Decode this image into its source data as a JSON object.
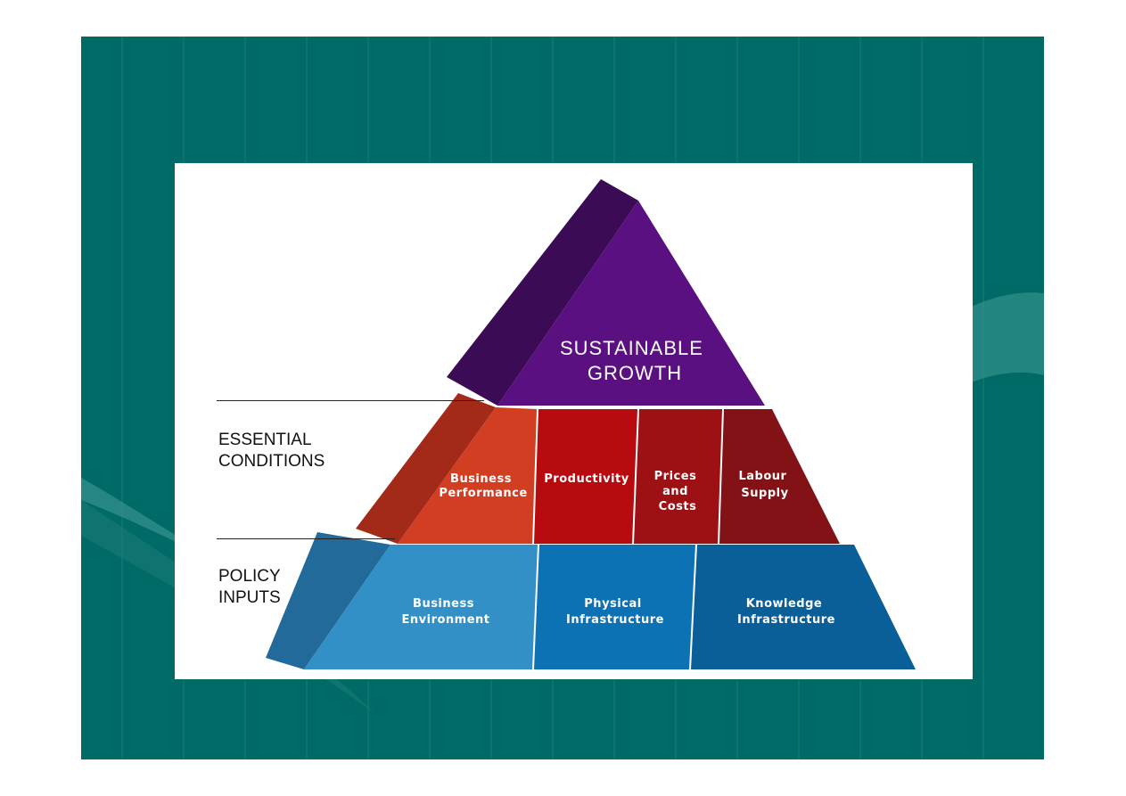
{
  "diagram": {
    "apex": {
      "lines": [
        "SUSTAINABLE",
        "GROWTH"
      ]
    },
    "tiers": [
      {
        "id": "essential-conditions",
        "label": "ESSENTIAL\nCONDITIONS",
        "segments": [
          {
            "id": "business-performance",
            "lines": [
              "Business",
              "Performance"
            ]
          },
          {
            "id": "productivity",
            "lines": [
              "Productivity"
            ]
          },
          {
            "id": "prices-and-costs",
            "lines": [
              "Prices",
              "and",
              "Costs"
            ]
          },
          {
            "id": "labour-supply",
            "lines": [
              "Labour",
              "Supply"
            ]
          }
        ]
      },
      {
        "id": "policy-inputs",
        "label": "POLICY\nINPUTS",
        "segments": [
          {
            "id": "business-environment",
            "lines": [
              "Business",
              "Environment"
            ]
          },
          {
            "id": "physical-infrastructure",
            "lines": [
              "Physical",
              "Infrastructure"
            ]
          },
          {
            "id": "knowledge-infrastructure",
            "lines": [
              "Knowledge",
              "Infrastructure"
            ]
          }
        ]
      }
    ],
    "colors": {
      "slide_background": "#006a66",
      "apex_front": "#5a1080",
      "apex_side": "#3b0b56",
      "middle_left": "#d23e22",
      "middle_left_side": "#a32a18",
      "productivity": "#b80b10",
      "prices": "#9d1014",
      "labour": "#821216",
      "bottom_left": "#3390c7",
      "bottom_left_side": "#216a9a",
      "bottom_middle": "#0d72b3",
      "bottom_right": "#0b5f98"
    }
  }
}
